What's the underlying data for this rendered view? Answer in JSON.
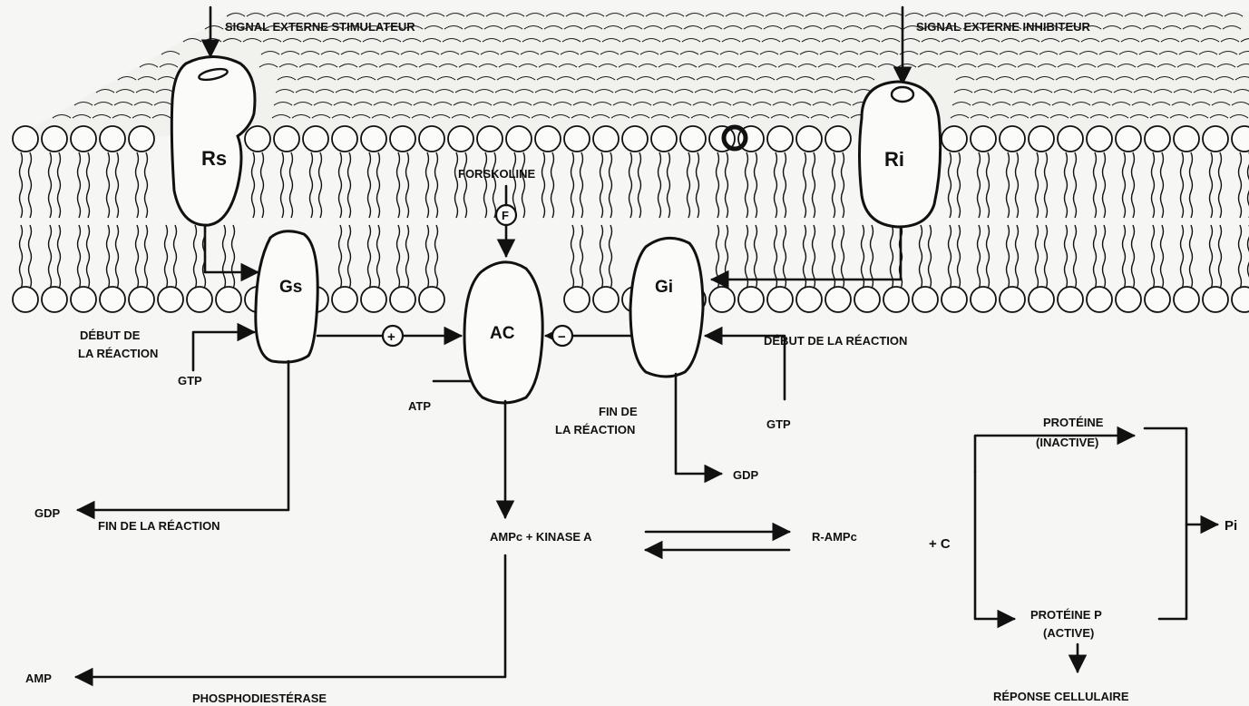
{
  "membrane": {
    "signal_stimulator": "SIGNAL EXTERNE STIMULATEUR",
    "signal_inhibitor": "SIGNAL EXTERNE INHIBITEUR"
  },
  "proteins": {
    "rs": "Rs",
    "ri": "Ri",
    "gs": "Gs",
    "gi": "Gi",
    "ac": "AC",
    "forskoline": "FORSKOLINE",
    "forskoline_symbol": "F"
  },
  "left_cycle": {
    "debut_line1": "DÉBUT DE",
    "debut_line2": "LA RÉACTION",
    "gtp": "GTP",
    "gdp": "GDP",
    "fin": "FIN DE LA RÉACTION"
  },
  "regulation": {
    "plus": "+",
    "minus": "−"
  },
  "right_cycle": {
    "debut": "DÉBUT DE LA RÉACTION",
    "gtp": "GTP",
    "gdp": "GDP",
    "fin_line1": "FIN DE",
    "fin_line2": "LA RÉACTION"
  },
  "ac_products": {
    "atp": "ATP",
    "ampc_kinase": "AMPc + KINASE A",
    "r_ampc": "R-AMPc",
    "amp": "AMP",
    "phosphodiesterase": "PHOSPHODIESTÉRASE"
  },
  "phospho_cycle": {
    "plus_c": "+ C",
    "proteine_inactive_line1": "PROTÉINE",
    "proteine_inactive_line2": "(INACTIVE)",
    "proteine_active_line1": "PROTÉINE P",
    "proteine_active_line2": "(ACTIVE)",
    "pi": "Pi",
    "reponse": "RÉPONSE CELLULAIRE"
  }
}
